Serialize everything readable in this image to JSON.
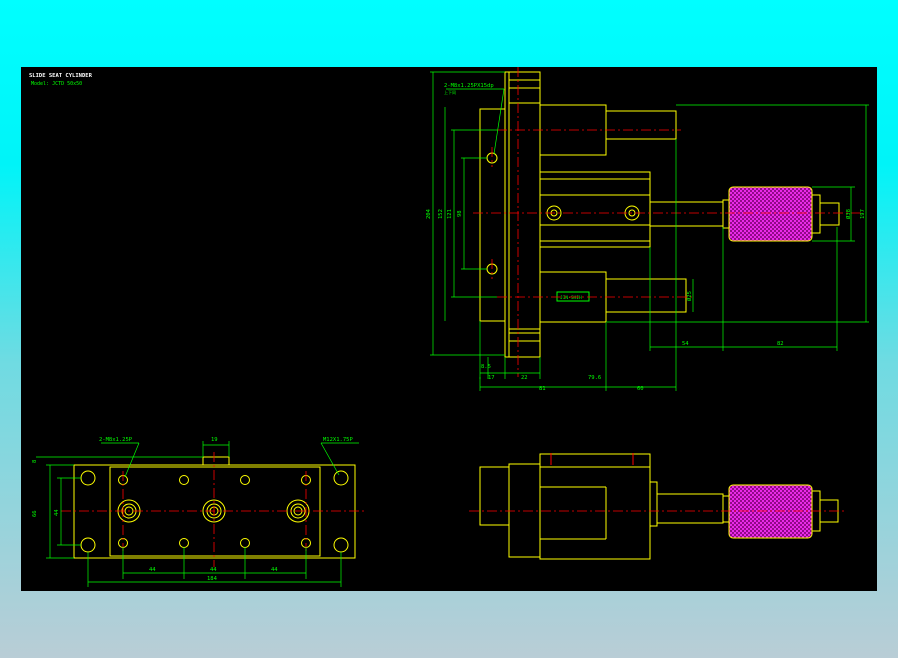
{
  "title": "SLIDE SEAT CYLINDER",
  "model": "Model: JCTD 50x50",
  "colors": {
    "background_gradient_top": "#00ffff",
    "background_gradient_bottom": "#b9cdd6",
    "drawing_bg": "#000000",
    "outline": "#ffff00",
    "dimension": "#00ff00",
    "centerline": "#ff0000",
    "knob": "#ff00ff"
  },
  "side_view": {
    "callout_holes": "2-M8x1.25PX15dp",
    "callout_sub": "上下同",
    "dims_vertical": [
      "204",
      "152",
      "121",
      "98"
    ],
    "dims_bottom": [
      "8.5",
      "17",
      "22",
      "81",
      "79.6",
      "60"
    ],
    "dims_right": [
      "Ø38",
      "197",
      "Ø25"
    ],
    "dims_stroke": [
      "54",
      "82"
    ],
    "nameplate": "JIN-SHIH"
  },
  "bottom_view": {
    "callout_left": "2-M8x1.25P",
    "callout_right": "M12X1.75P",
    "dim_top": "19",
    "dims_vertical": [
      "8",
      "66",
      "44"
    ],
    "dims_pitch": [
      "44",
      "44",
      "44"
    ],
    "dim_total": "184"
  }
}
